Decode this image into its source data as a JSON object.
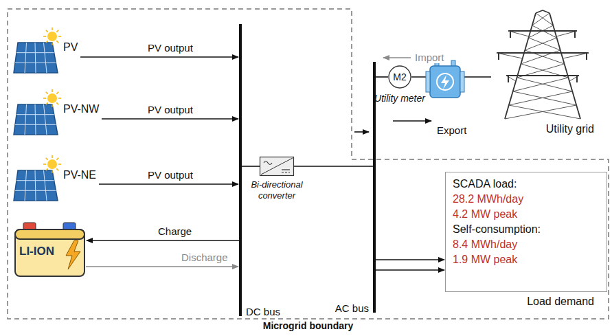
{
  "diagram": {
    "nodes": [
      {
        "text": [
          "Microgrid boundary"
        ]
      },
      {
        "text": [
          "PV"
        ],
        "in": 0
      },
      {
        "text": [
          "PV-NW"
        ],
        "in": 0
      },
      {
        "text": [
          "PV-NE"
        ],
        "in": 0
      },
      {
        "text": [
          "LI-ION"
        ],
        "in": 0
      },
      {
        "text": [
          "DC bus"
        ],
        "in": 0
      },
      {
        "text": [
          "Bi-directional converter"
        ],
        "in": 0
      },
      {
        "text": [
          "AC bus"
        ],
        "in": 0
      },
      {
        "text": [
          "M2",
          "Utility meter"
        ]
      },
      {
        "text": [
          "Utility grid"
        ]
      },
      {
        "text": [
          "SCADA load:",
          "28.2 MWh/day",
          "4.2 MW peak",
          "Self-consumption:",
          "8.4 MWh/day",
          "1.9 MW peak",
          "Load demand"
        ],
        "in": 0
      }
    ],
    "edges": [
      {
        "from": 1,
        "to": 5,
        "label": "PV output",
        "arrow": "to"
      },
      {
        "from": 2,
        "to": 5,
        "label": "PV output",
        "arrow": "to"
      },
      {
        "from": 3,
        "to": 5,
        "label": "PV output",
        "arrow": "to"
      },
      {
        "from": 5,
        "to": 4,
        "label": "Charge",
        "arrow": "to"
      },
      {
        "from": 4,
        "to": 5,
        "label": "Discharge",
        "arrow": "to"
      },
      {
        "from": 5,
        "to": 6,
        "arrow": "none"
      },
      {
        "from": 6,
        "to": 7,
        "arrow": "none"
      },
      {
        "from": 7,
        "to": 8,
        "arrow": "none"
      },
      {
        "from": 8,
        "to": 9,
        "arrow": "none"
      },
      {
        "from": 7,
        "to": 10,
        "arrow": "to"
      },
      {
        "from": 7,
        "to": 10,
        "arrow": "to"
      }
    ],
    "labels": [
      "Import",
      "Export"
    ]
  }
}
